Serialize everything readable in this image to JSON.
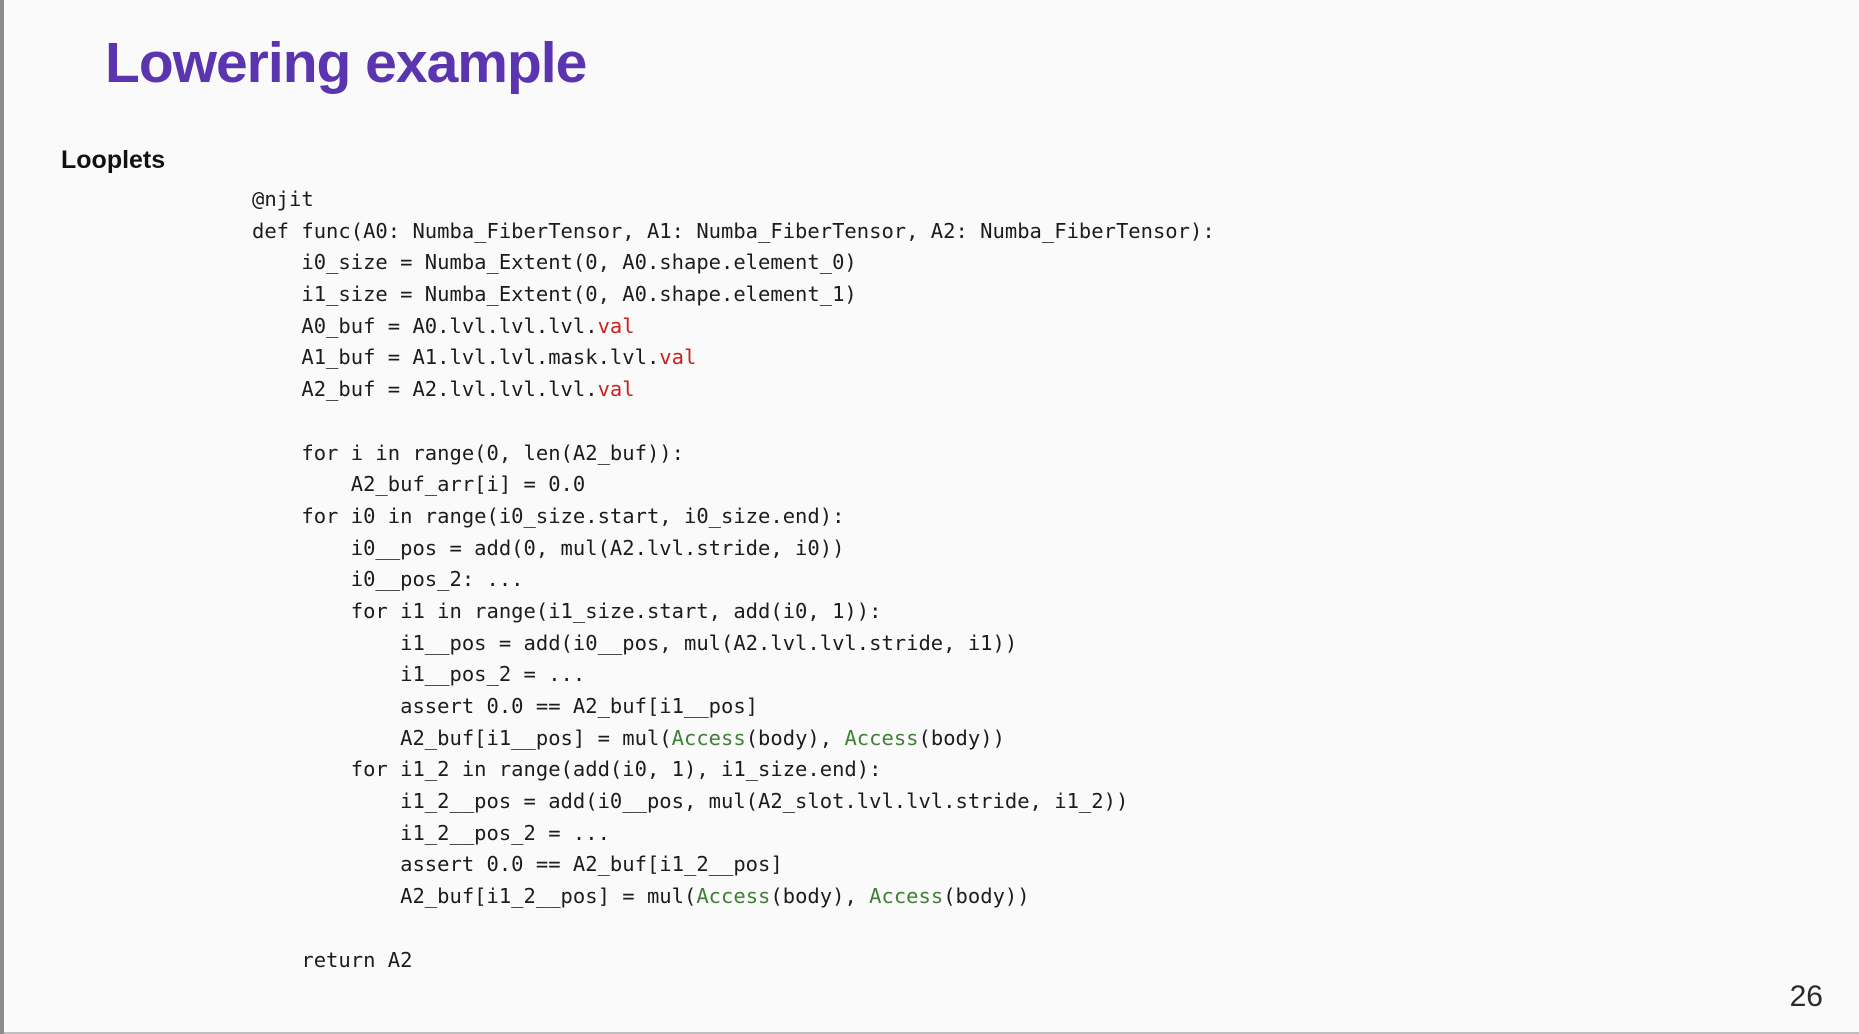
{
  "page": {
    "title": "Lowering example",
    "section_label": "Looplets",
    "page_number": "26"
  },
  "colors": {
    "bg": "#fafafa",
    "border": "#8c8c8c",
    "title": "#5b35b0",
    "code_default": "#1c1c1c",
    "code_red": "#cc2020",
    "code_green": "#3f7f36"
  },
  "code": {
    "language": "python",
    "lines": [
      [
        {
          "text": "@njit"
        }
      ],
      [
        {
          "text": "def func(A0: Numba_FiberTensor, A1: Numba_FiberTensor, A2: Numba_FiberTensor):"
        }
      ],
      [
        {
          "text": "    i0_size = Numba_Extent(0, A0.shape.element_0)"
        }
      ],
      [
        {
          "text": "    i1_size = Numba_Extent(0, A0.shape.element_1)"
        }
      ],
      [
        {
          "text": "    A0_buf = A0.lvl.lvl.lvl."
        },
        {
          "text": "val",
          "color": "red"
        }
      ],
      [
        {
          "text": "    A1_buf = A1.lvl.lvl.mask.lvl."
        },
        {
          "text": "val",
          "color": "red"
        }
      ],
      [
        {
          "text": "    A2_buf = A2.lvl.lvl.lvl."
        },
        {
          "text": "val",
          "color": "red"
        }
      ],
      [],
      [
        {
          "text": "    for i in range(0, len(A2_buf)):"
        }
      ],
      [
        {
          "text": "        A2_buf_arr[i] = 0.0"
        }
      ],
      [
        {
          "text": "    for i0 in range(i0_size.start, i0_size.end):"
        }
      ],
      [
        {
          "text": "        i0__pos = add(0, mul(A2.lvl.stride, i0))"
        }
      ],
      [
        {
          "text": "        i0__pos_2: ..."
        }
      ],
      [
        {
          "text": "        for i1 in range(i1_size.start, add(i0, 1)):"
        }
      ],
      [
        {
          "text": "            i1__pos = add(i0__pos, mul(A2.lvl.lvl.stride, i1))"
        }
      ],
      [
        {
          "text": "            i1__pos_2 = ..."
        }
      ],
      [
        {
          "text": "            assert 0.0 == A2_buf[i1__pos]"
        }
      ],
      [
        {
          "text": "            A2_buf[i1__pos] = mul("
        },
        {
          "text": "Access",
          "color": "green"
        },
        {
          "text": "(body), "
        },
        {
          "text": "Access",
          "color": "green"
        },
        {
          "text": "(body))"
        }
      ],
      [
        {
          "text": "        for i1_2 in range(add(i0, 1), i1_size.end):"
        }
      ],
      [
        {
          "text": "            i1_2__pos = add(i0__pos, mul(A2_slot.lvl.lvl.stride, i1_2))"
        }
      ],
      [
        {
          "text": "            i1_2__pos_2 = ..."
        }
      ],
      [
        {
          "text": "            assert 0.0 == A2_buf[i1_2__pos]"
        }
      ],
      [
        {
          "text": "            A2_buf[i1_2__pos] = mul("
        },
        {
          "text": "Access",
          "color": "green"
        },
        {
          "text": "(body), "
        },
        {
          "text": "Access",
          "color": "green"
        },
        {
          "text": "(body))"
        }
      ],
      [],
      [
        {
          "text": "    return A2"
        }
      ]
    ]
  }
}
